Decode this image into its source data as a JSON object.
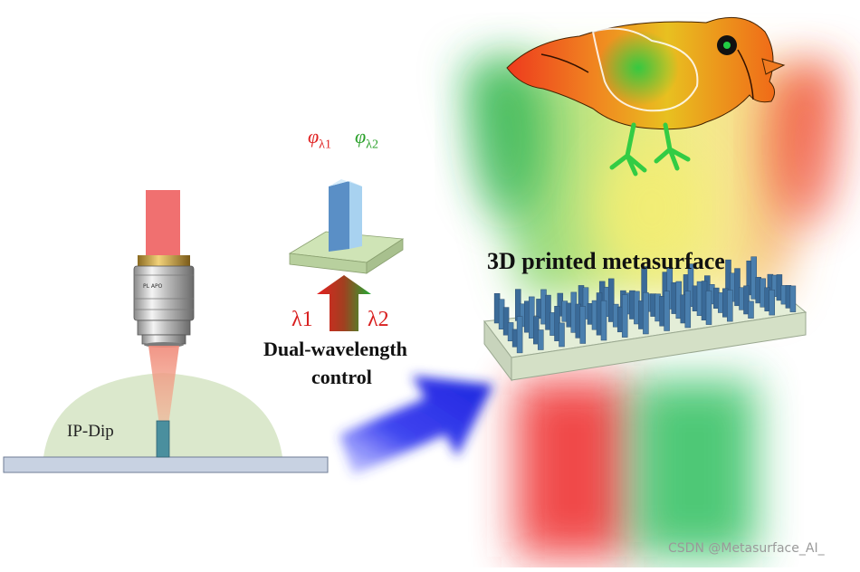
{
  "labels": {
    "phi": "φ",
    "phi1_sub": "λ1",
    "phi2_sub": "λ2",
    "lambda1": "λ1",
    "lambda2": "λ2",
    "dual_line1": "Dual-wavelength",
    "dual_line2": "control",
    "metasurface": "3D printed metasurface",
    "resin": "IP-Dip",
    "watermark": "CSDN @Metasurface_AI_"
  },
  "colors": {
    "laser_red": "#f07070",
    "resin_green": "#d8e8c8",
    "arrow_blue": "#2233ee",
    "pillar_blue": "#4a7fae",
    "substrate": "#c8d2e2",
    "red": "#e02020",
    "green": "#22aa44"
  }
}
